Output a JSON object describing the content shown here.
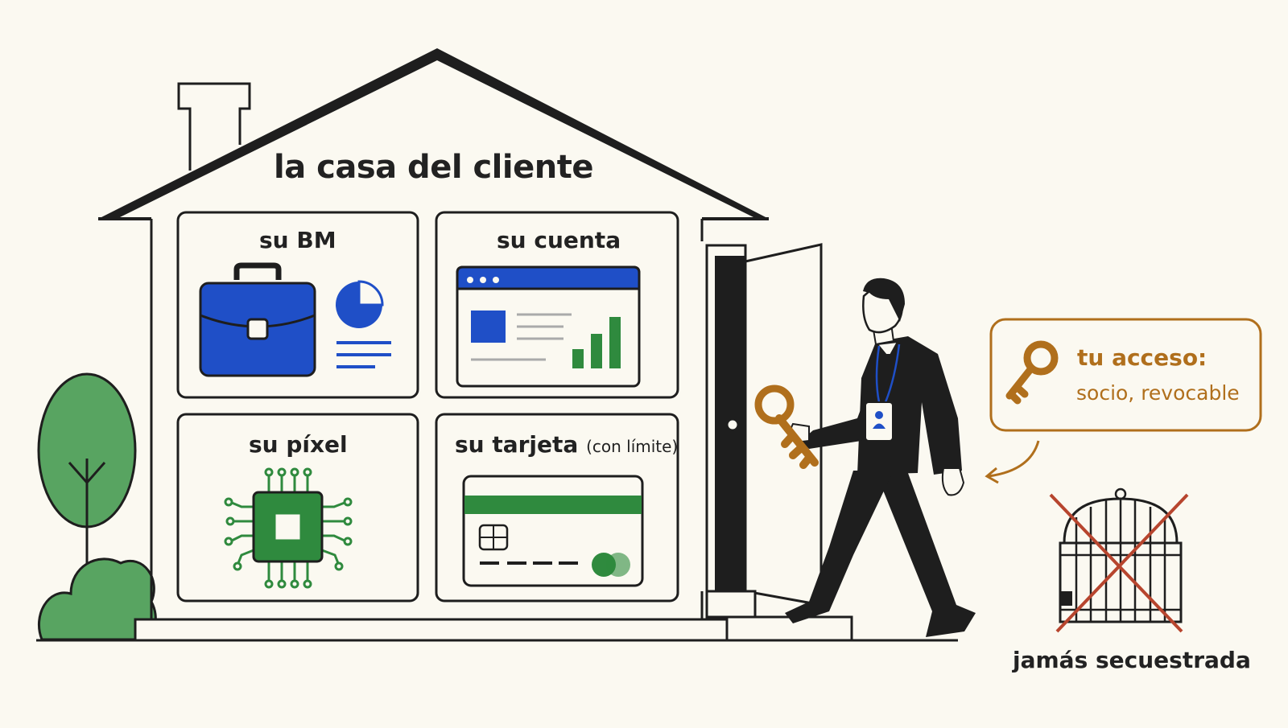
{
  "house": {
    "title": "la casa del cliente",
    "panels": [
      {
        "label": "su BM",
        "icon": "briefcase-icon"
      },
      {
        "label": "su cuenta",
        "icon": "ad-account-dashboard-icon"
      },
      {
        "label": "su píxel",
        "icon": "pixel-chip-icon"
      },
      {
        "label": "su tarjeta",
        "sublabel": "(con límite)",
        "icon": "credit-card-icon"
      }
    ]
  },
  "access": {
    "title": "tu acceso:",
    "subtitle": "socio, revocable",
    "icon": "key-icon"
  },
  "cage": {
    "label": "jamás secuestrada",
    "icon": "crossed-cage-icon"
  },
  "colors": {
    "background": "#fbf9f1",
    "outline": "#1e1e1e",
    "blue": "#1f4fc7",
    "green": "#2f8a3e",
    "tree_green": "#58a461",
    "orange": "#b06f1c",
    "red": "#b7452e"
  }
}
